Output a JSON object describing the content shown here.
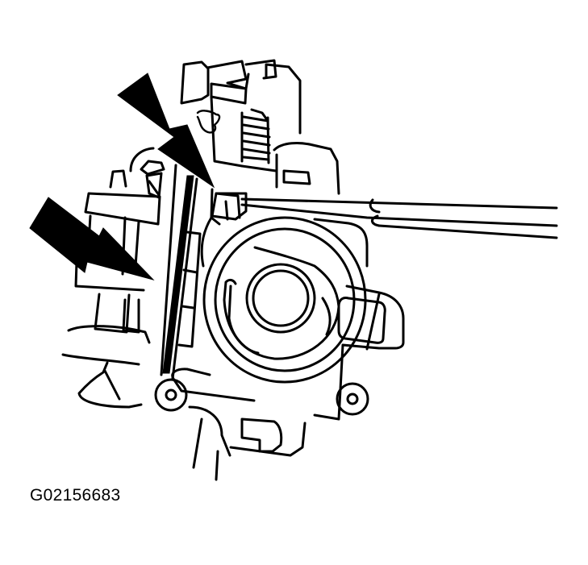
{
  "figure": {
    "id_label": "G02156683",
    "description": "Line drawing of steering column lock / ignition switch housing with screwdriver inserted at top-right slot; two solid black arrows indicating release points",
    "arrows": [
      {
        "name": "upper-arrow",
        "points_to": "retaining tab near screwdriver tip"
      },
      {
        "name": "lower-arrow",
        "points_to": "lock cylinder shaft plate"
      }
    ],
    "colors": {
      "line": "#000000",
      "background": "#ffffff"
    }
  }
}
